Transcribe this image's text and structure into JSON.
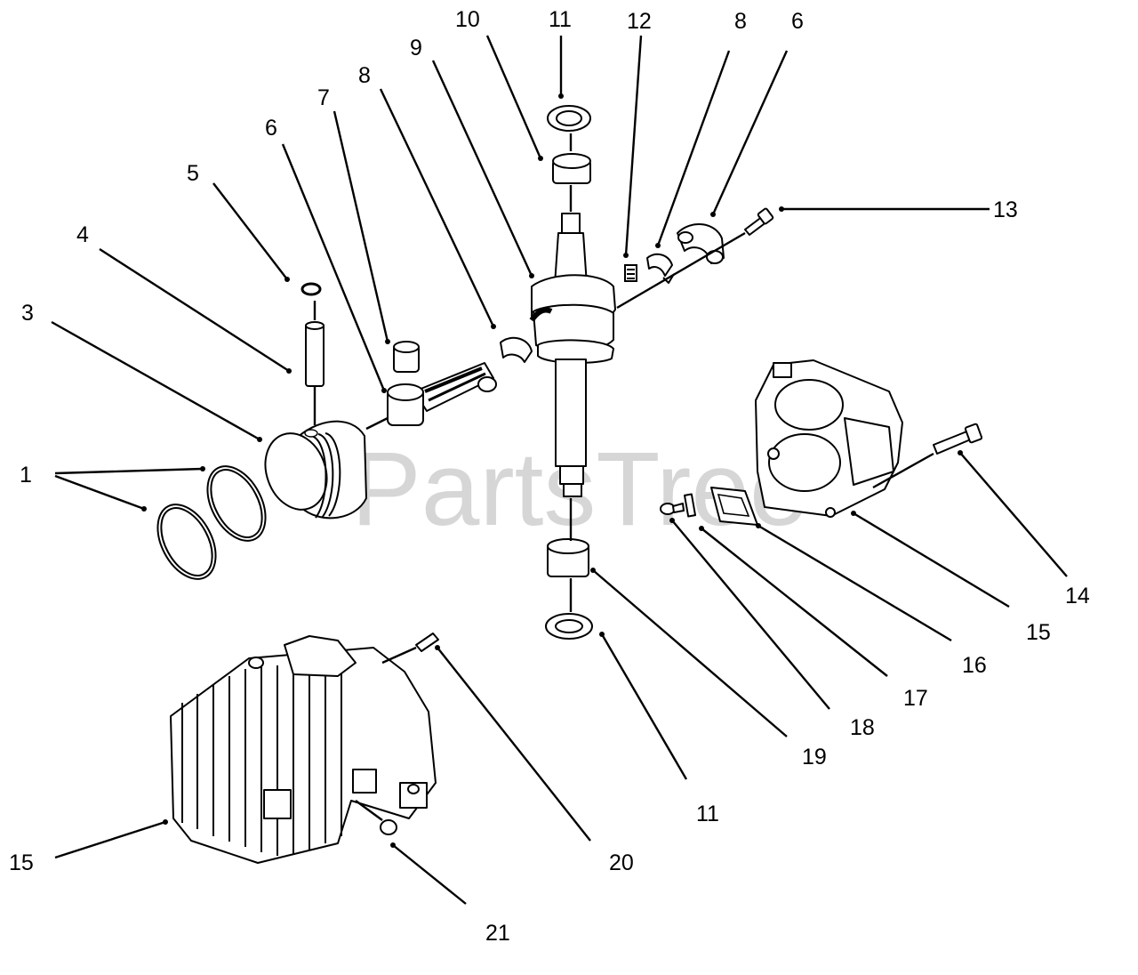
{
  "watermark": "PartsTree",
  "callouts": [
    {
      "id": "label-1",
      "text": "1"
    },
    {
      "id": "label-3",
      "text": "3"
    },
    {
      "id": "label-4",
      "text": "4"
    },
    {
      "id": "label-5",
      "text": "5"
    },
    {
      "id": "label-6-left",
      "text": "6"
    },
    {
      "id": "label-7",
      "text": "7"
    },
    {
      "id": "label-8-left",
      "text": "8"
    },
    {
      "id": "label-9",
      "text": "9"
    },
    {
      "id": "label-10",
      "text": "10"
    },
    {
      "id": "label-11-top",
      "text": "11"
    },
    {
      "id": "label-12",
      "text": "12"
    },
    {
      "id": "label-8-right",
      "text": "8"
    },
    {
      "id": "label-6-right",
      "text": "6"
    },
    {
      "id": "label-13",
      "text": "13"
    },
    {
      "id": "label-14",
      "text": "14"
    },
    {
      "id": "label-15-right",
      "text": "15"
    },
    {
      "id": "label-16",
      "text": "16"
    },
    {
      "id": "label-17",
      "text": "17"
    },
    {
      "id": "label-18",
      "text": "18"
    },
    {
      "id": "label-19",
      "text": "19"
    },
    {
      "id": "label-11-bottom",
      "text": "11"
    },
    {
      "id": "label-20",
      "text": "20"
    },
    {
      "id": "label-15-left",
      "text": "15"
    },
    {
      "id": "label-21",
      "text": "21"
    }
  ]
}
